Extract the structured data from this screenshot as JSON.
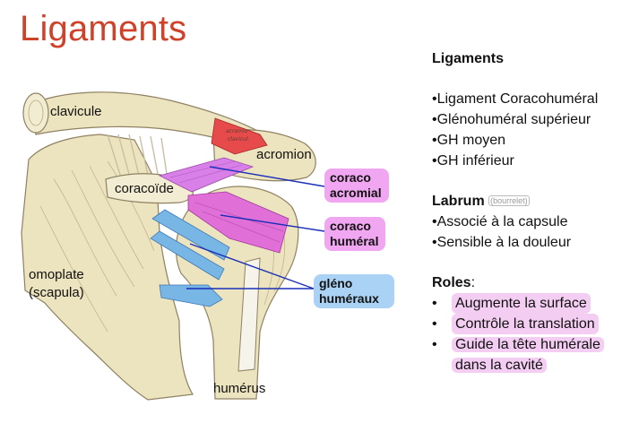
{
  "title": "Ligaments",
  "figure": {
    "labels": {
      "clavicule": "clavicule",
      "acromion": "acromion",
      "coracoide": "coracoïde",
      "omoplate": "omoplate",
      "scapula": "(scapula)",
      "humerus": "humérus"
    },
    "tags": {
      "coraco_acromial": [
        "coraco",
        "acromial"
      ],
      "coraco_humeral": [
        "coraco",
        "huméral"
      ],
      "gleno_humeraux": [
        "gléno",
        "huméraux"
      ]
    },
    "colors": {
      "coraco_acromial": "#d880e8",
      "coraco_humeral": "#e070d8",
      "gleno_humeraux": "#78b6e6",
      "acromio_clavicular": "#e64a4a",
      "bone": "#ece3bf",
      "leader_line": "#1a2fb8"
    }
  },
  "panel": {
    "ligaments": {
      "heading": "Ligaments",
      "items": [
        "•Ligament Coracohuméral",
        "•Glénohuméral supérieur",
        "•GH moyen",
        "•GH inférieur"
      ]
    },
    "labrum": {
      "heading": "Labrum",
      "badge": "(bourrelet)",
      "items": [
        "•Associé à la capsule",
        "•Sensible à la douleur"
      ]
    },
    "roles": {
      "heading": "Roles",
      "colon": ":",
      "bullet": "•",
      "items": [
        "Augmente la surface",
        "Contrôle la translation",
        "Guide la tête humérale dans la cavité"
      ]
    }
  }
}
